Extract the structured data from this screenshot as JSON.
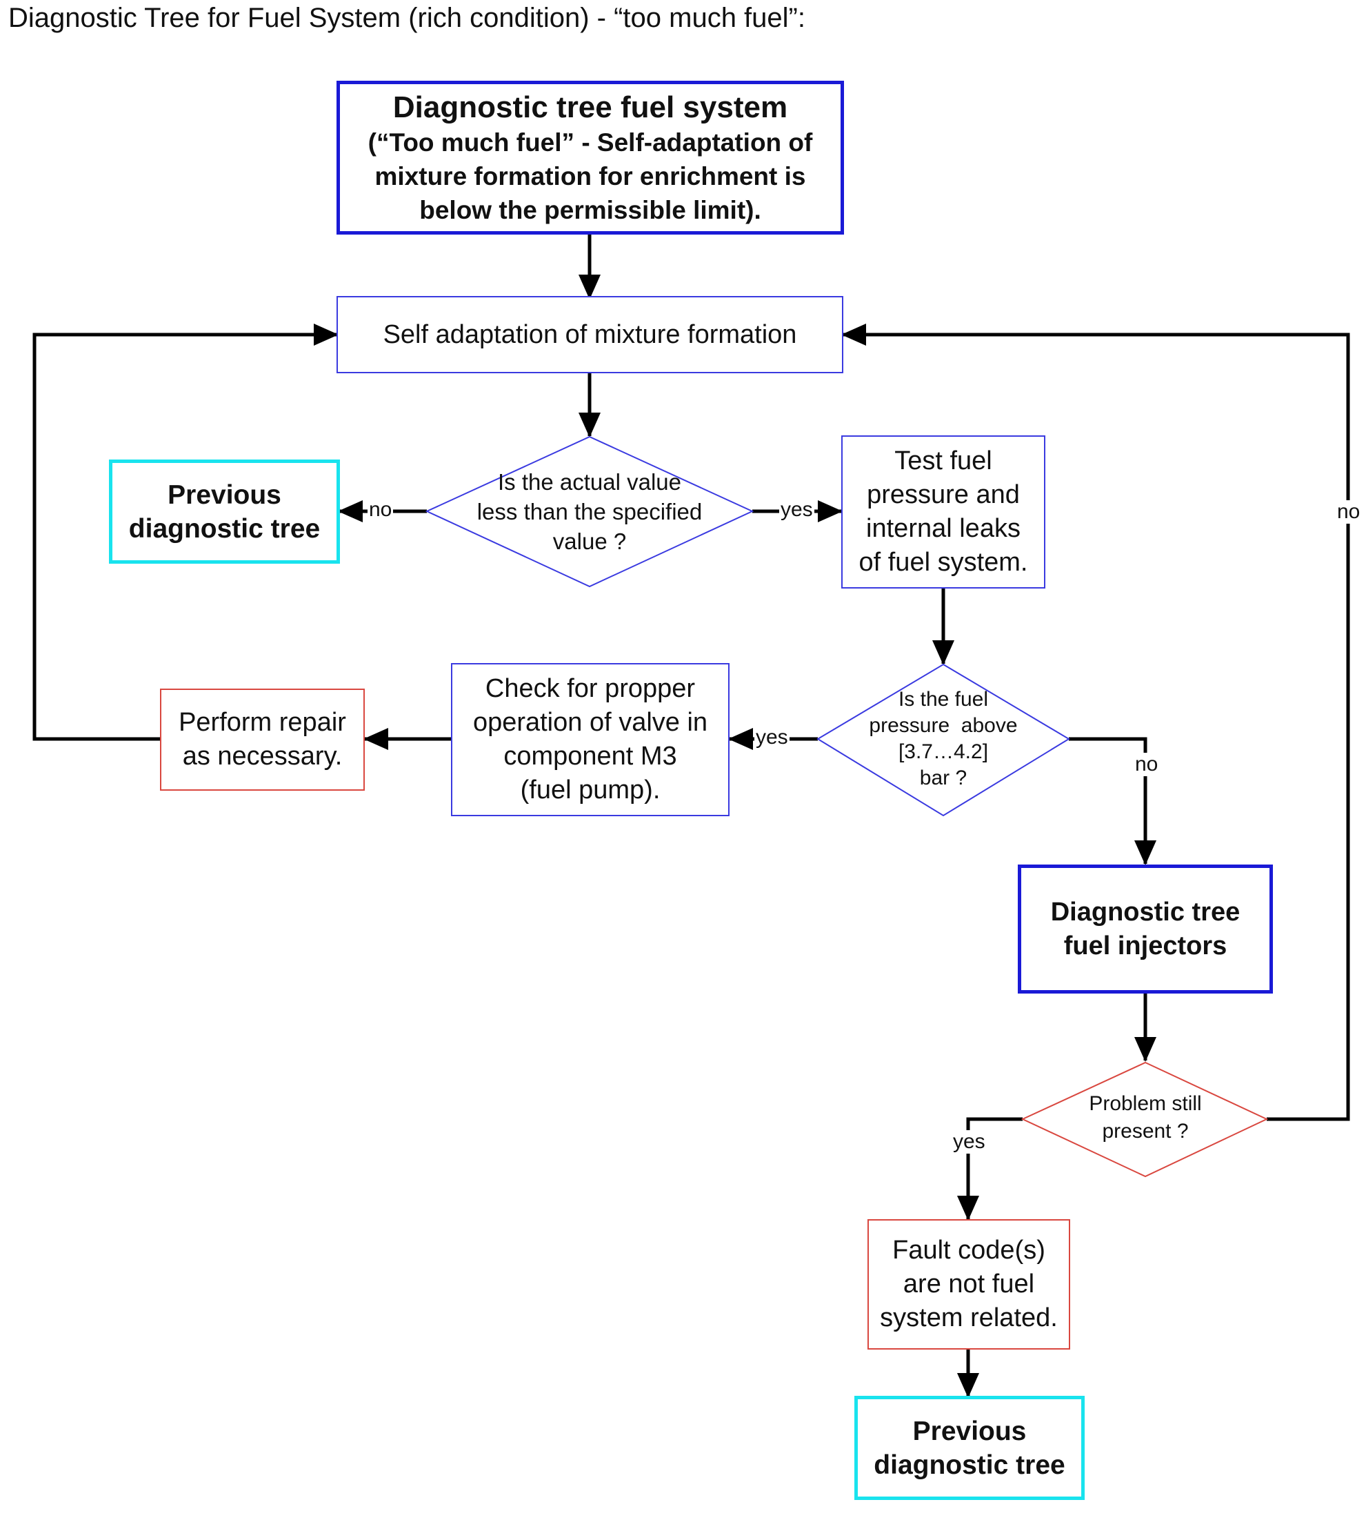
{
  "page_title": "Diagnostic Tree for Fuel System (rich condition) - “too much fuel”:",
  "nodes": {
    "start": {
      "title": "Diagnostic tree fuel system",
      "line1": "(“Too much fuel” - Self-adaptation of",
      "line2": "mixture formation for enrichment is",
      "line3": "below the permissible limit)."
    },
    "self_adaptation": {
      "text": "Self adaptation of mixture formation"
    },
    "decision_actual_value": {
      "line1": "Is the actual value",
      "line2": "less than the specified",
      "line3": "value ?"
    },
    "previous_tree_top": {
      "line1": "Previous",
      "line2": "diagnostic tree"
    },
    "test_fuel_pressure": {
      "line1": "Test fuel",
      "line2": "pressure and",
      "line3": "internal leaks",
      "line4": "of fuel system."
    },
    "decision_fuel_pressure": {
      "line1": "Is the fuel",
      "line2": "pressure  above",
      "line3": "[3.7…4.2]",
      "line4": "bar ?"
    },
    "check_valve": {
      "line1": "Check for propper",
      "line2": "operation of valve in",
      "line3": "component M3",
      "line4": "(fuel pump)."
    },
    "perform_repair": {
      "line1": "Perform repair",
      "line2": "as necessary."
    },
    "injectors_tree": {
      "line1": "Diagnostic tree",
      "line2": "fuel injectors"
    },
    "decision_problem": {
      "line1": "Problem still",
      "line2": "present ?"
    },
    "fault_codes": {
      "line1": "Fault code(s)",
      "line2": "are not fuel",
      "line3": "system related."
    },
    "previous_tree_bottom": {
      "line1": "Previous",
      "line2": "diagnostic tree"
    }
  },
  "edge_labels": {
    "actual_no": "no",
    "actual_yes": "yes",
    "pressure_yes": "yes",
    "pressure_no": "no",
    "problem_yes": "yes",
    "problem_no": "no"
  },
  "colors": {
    "thick_blue": "#1a1ad6",
    "thin_blue": "#3a3ae0",
    "cyan": "#19e3ee",
    "red": "#d9473f",
    "line": "#000000"
  }
}
